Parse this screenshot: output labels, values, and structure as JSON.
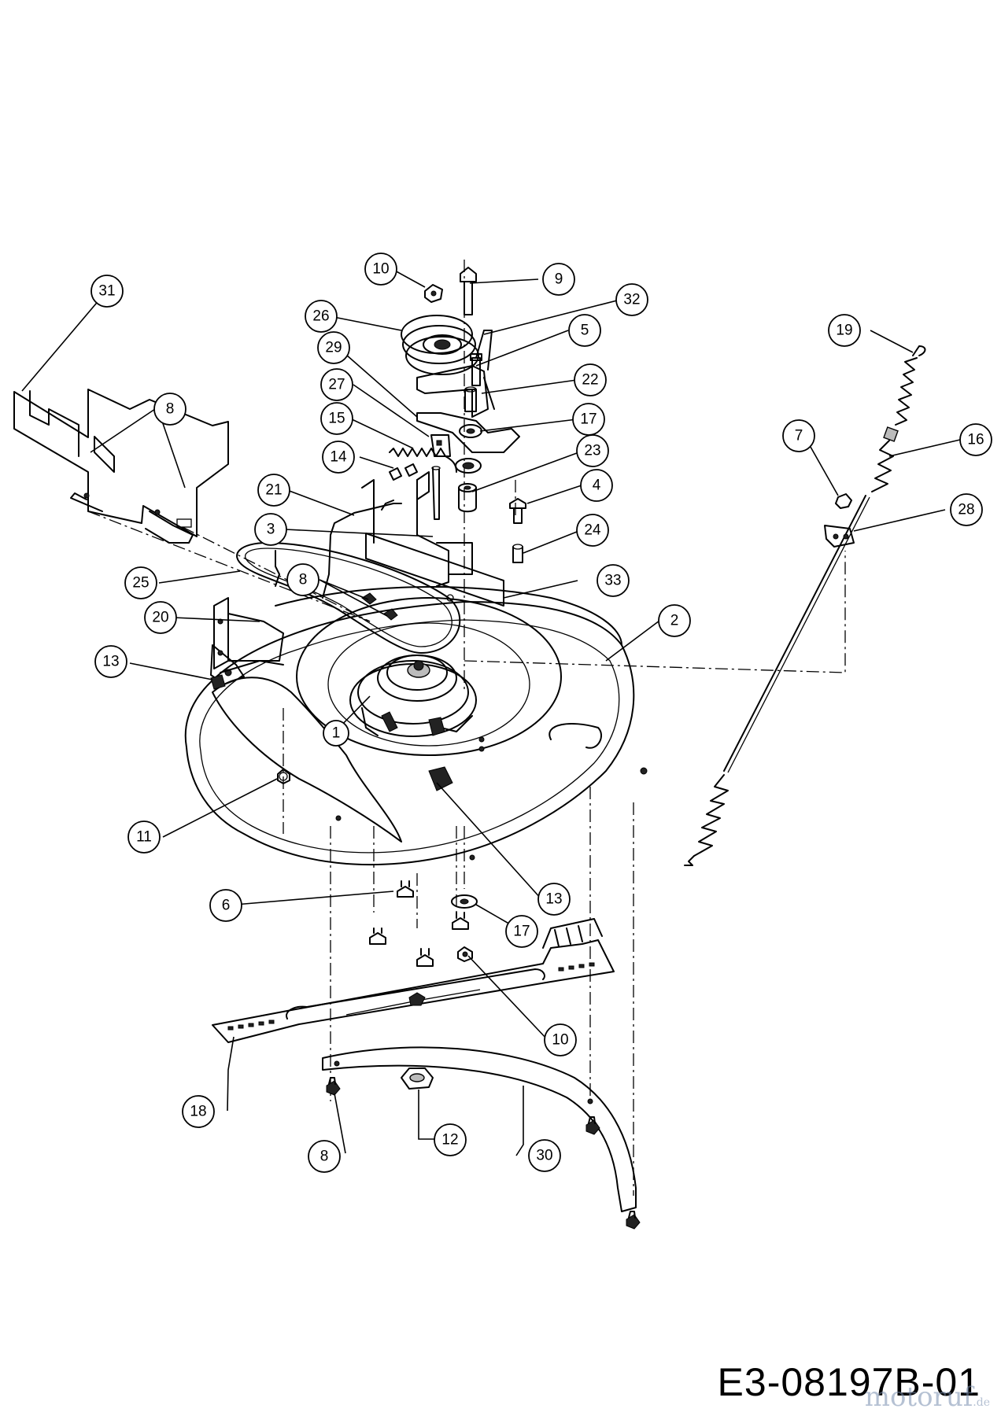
{
  "drawing_number": "E3-08197B-01",
  "watermark": {
    "brand": "motoruf",
    "tld": ".de"
  },
  "callouts": [
    {
      "id": "c1",
      "label": "1"
    },
    {
      "id": "c2",
      "label": "2"
    },
    {
      "id": "c3",
      "label": "3"
    },
    {
      "id": "c4",
      "label": "4"
    },
    {
      "id": "c5",
      "label": "5"
    },
    {
      "id": "c6",
      "label": "6"
    },
    {
      "id": "c7",
      "label": "7"
    },
    {
      "id": "c8a",
      "label": "8"
    },
    {
      "id": "c8b",
      "label": "8"
    },
    {
      "id": "c8c",
      "label": "8"
    },
    {
      "id": "c9",
      "label": "9"
    },
    {
      "id": "c10a",
      "label": "10"
    },
    {
      "id": "c10b",
      "label": "10"
    },
    {
      "id": "c11",
      "label": "11"
    },
    {
      "id": "c12",
      "label": "12"
    },
    {
      "id": "c13a",
      "label": "13"
    },
    {
      "id": "c13b",
      "label": "13"
    },
    {
      "id": "c14",
      "label": "14"
    },
    {
      "id": "c15",
      "label": "15"
    },
    {
      "id": "c16",
      "label": "16"
    },
    {
      "id": "c17a",
      "label": "17"
    },
    {
      "id": "c17b",
      "label": "17"
    },
    {
      "id": "c18",
      "label": "18"
    },
    {
      "id": "c19",
      "label": "19"
    },
    {
      "id": "c20",
      "label": "20"
    },
    {
      "id": "c21",
      "label": "21"
    },
    {
      "id": "c22",
      "label": "22"
    },
    {
      "id": "c23",
      "label": "23"
    },
    {
      "id": "c24",
      "label": "24"
    },
    {
      "id": "c25",
      "label": "25"
    },
    {
      "id": "c26",
      "label": "26"
    },
    {
      "id": "c27",
      "label": "27"
    },
    {
      "id": "c28",
      "label": "28"
    },
    {
      "id": "c29",
      "label": "29"
    },
    {
      "id": "c30",
      "label": "30"
    },
    {
      "id": "c31",
      "label": "31"
    },
    {
      "id": "c32",
      "label": "32"
    },
    {
      "id": "c33",
      "label": "33"
    }
  ]
}
